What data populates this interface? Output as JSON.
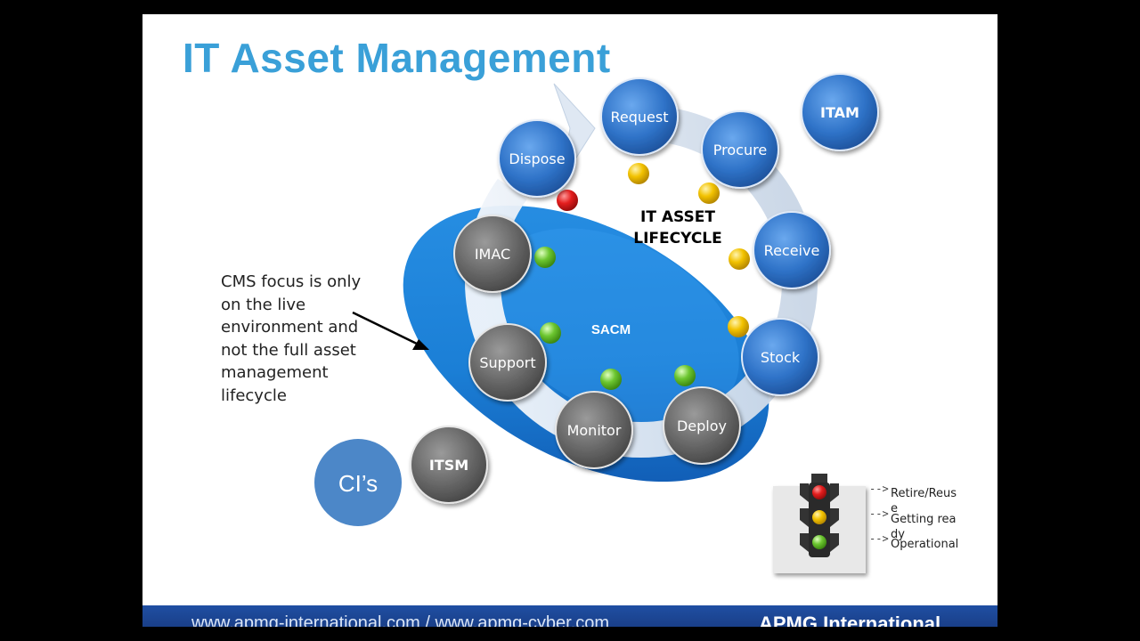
{
  "slide": {
    "title": "IT Asset Management",
    "note": "CMS focus is only on the live environment and not the full asset management lifecycle",
    "footer_url": "www.apmg-international.com / www.apmg-cyber.com",
    "footer_brand": "APMG International"
  },
  "diagram": {
    "center_label_line1": "IT ASSET",
    "center_label_line2": "LIFECYCLE",
    "sacm_label": "SACM",
    "stages": [
      {
        "name": "stage-request",
        "label": "Request",
        "color": "blue",
        "status": "yellow"
      },
      {
        "name": "stage-procure",
        "label": "Procure",
        "color": "blue",
        "status": "yellow"
      },
      {
        "name": "stage-receive",
        "label": "Receive",
        "color": "blue",
        "status": "yellow"
      },
      {
        "name": "stage-stock",
        "label": "Stock",
        "color": "blue",
        "status": "yellow"
      },
      {
        "name": "stage-deploy",
        "label": "Deploy",
        "color": "grey",
        "status": "green"
      },
      {
        "name": "stage-monitor",
        "label": "Monitor",
        "color": "grey",
        "status": "green"
      },
      {
        "name": "stage-support",
        "label": "Support",
        "color": "grey",
        "status": "green"
      },
      {
        "name": "stage-imac",
        "label": "IMAC",
        "color": "grey",
        "status": "green"
      },
      {
        "name": "stage-dispose",
        "label": "Dispose",
        "color": "blue",
        "status": "red"
      }
    ],
    "itam_label": "ITAM",
    "itsm_label": "ITSM",
    "cis_label": "CI’s"
  },
  "legend": {
    "items": [
      {
        "color": "red",
        "label": "Retire/Reuse"
      },
      {
        "color": "yellow",
        "label": "Getting ready"
      },
      {
        "color": "green",
        "label": "Operational"
      }
    ]
  },
  "colors": {
    "title": "#3aa0d8",
    "blue_node": "#2f73c8",
    "grey_node": "#6a6a6a",
    "ellipse": "#1b7fd6",
    "red": "#e41e1e",
    "yellow": "#f2c200",
    "green": "#6cc630"
  }
}
